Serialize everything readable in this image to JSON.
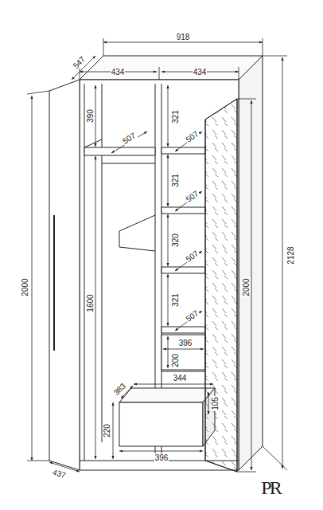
{
  "diagram": {
    "labels": [
      "918",
      "547",
      "434",
      "434",
      "390",
      "321",
      "507",
      "507",
      "321",
      "507",
      "1600",
      "2000",
      "320",
      "507",
      "321",
      "507",
      "2000",
      "2128",
      "200",
      "396",
      "383",
      "344",
      "105",
      "220",
      "437",
      "396",
      "PR"
    ]
  }
}
